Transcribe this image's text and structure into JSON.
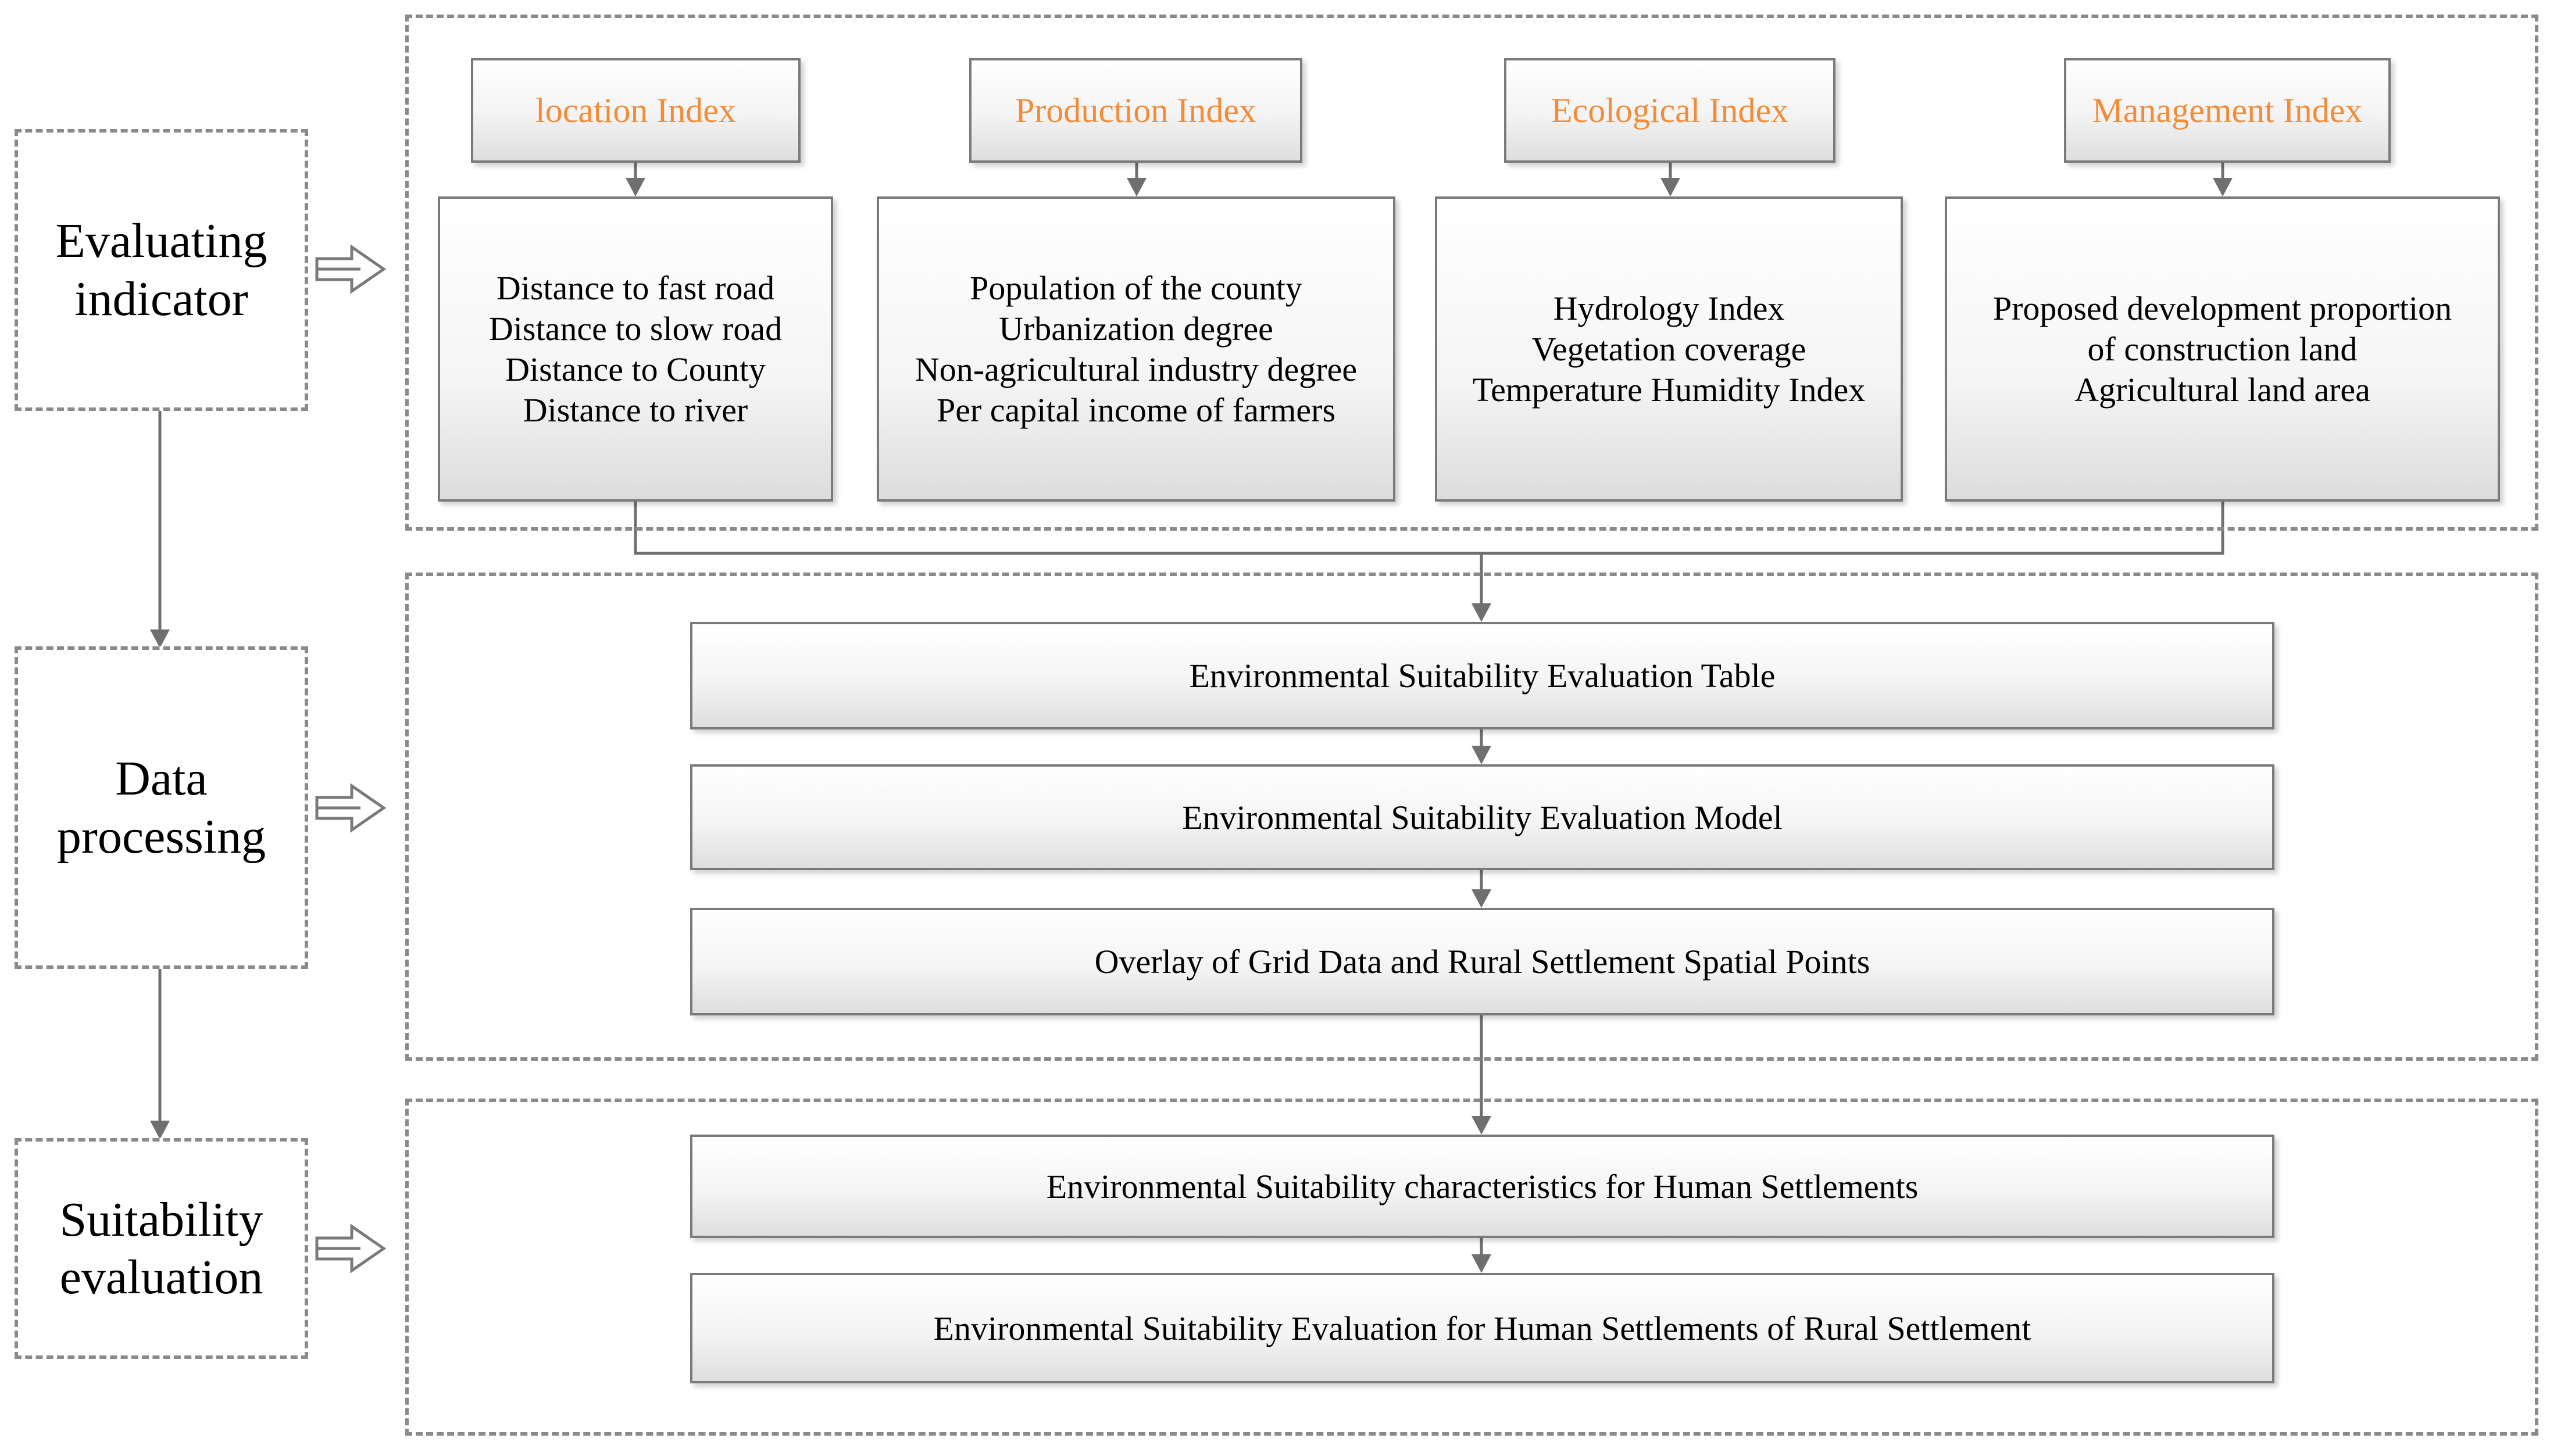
{
  "stages": [
    {
      "label": "Evaluating\nindicator"
    },
    {
      "label": "Data\nprocessing"
    },
    {
      "label": "Suitability\nevaluation"
    }
  ],
  "index_headers": [
    "location Index",
    "Production Index",
    "Ecological Index",
    "Management Index"
  ],
  "indicator_boxes": [
    {
      "lines": [
        "Distance to fast road",
        "Distance to slow road",
        "Distance to County",
        "Distance to river"
      ]
    },
    {
      "lines": [
        "Population of the county",
        "Urbanization degree",
        "Non-agricultural industry degree",
        "Per capital income of farmers"
      ]
    },
    {
      "lines": [
        "Hydrology Index",
        "Vegetation coverage",
        "Temperature Humidity Index"
      ]
    },
    {
      "lines": [
        "Proposed development proportion",
        "of construction land",
        "Agricultural land area"
      ]
    }
  ],
  "processing_steps": [
    "Environmental Suitability Evaluation Table",
    "Environmental Suitability Evaluation Model",
    "Overlay of Grid Data and Rural Settlement Spatial Points"
  ],
  "evaluation_steps": [
    "Environmental Suitability characteristics for Human Settlements",
    "Environmental Suitability Evaluation for Human Settlements of Rural Settlement"
  ],
  "colors": {
    "index_text": "#f28c38",
    "line": "#6f6f6f",
    "dash_border": "#8a8a8a"
  }
}
